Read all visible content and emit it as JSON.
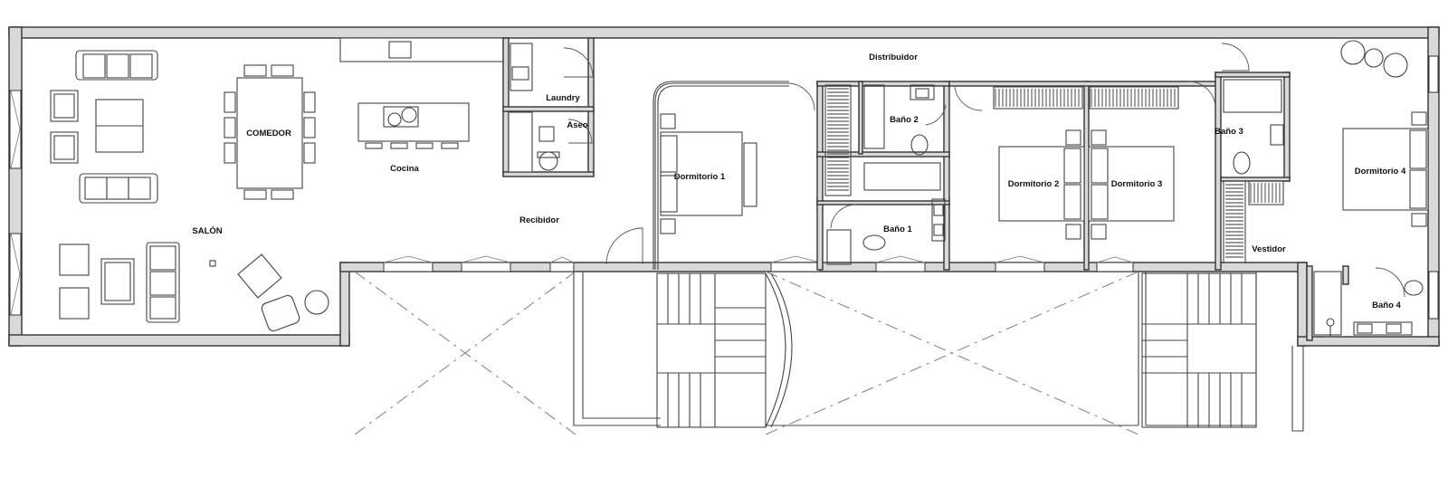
{
  "rooms": {
    "salon": "SALÓN",
    "comedor": "COMEDOR",
    "cocina": "Cocina",
    "laundry": "Laundry",
    "aseo": "Aseo",
    "recibidor": "Recibidor",
    "distribuidor": "Distribuidor",
    "dormitorio_1": "Dormitorio 1",
    "bano_2": "Baño 2",
    "bano_1": "Baño 1",
    "dormitorio_2": "Dormitorio 2",
    "dormitorio_3": "Dormitorio 3",
    "bano_3": "Baño 3",
    "vestidor": "Vestidor",
    "dormitorio_4": "Dormitorio 4",
    "bano_4": "Baño 4"
  },
  "colors": {
    "wall_fill": "#d9d9d9",
    "line": "#444444"
  }
}
